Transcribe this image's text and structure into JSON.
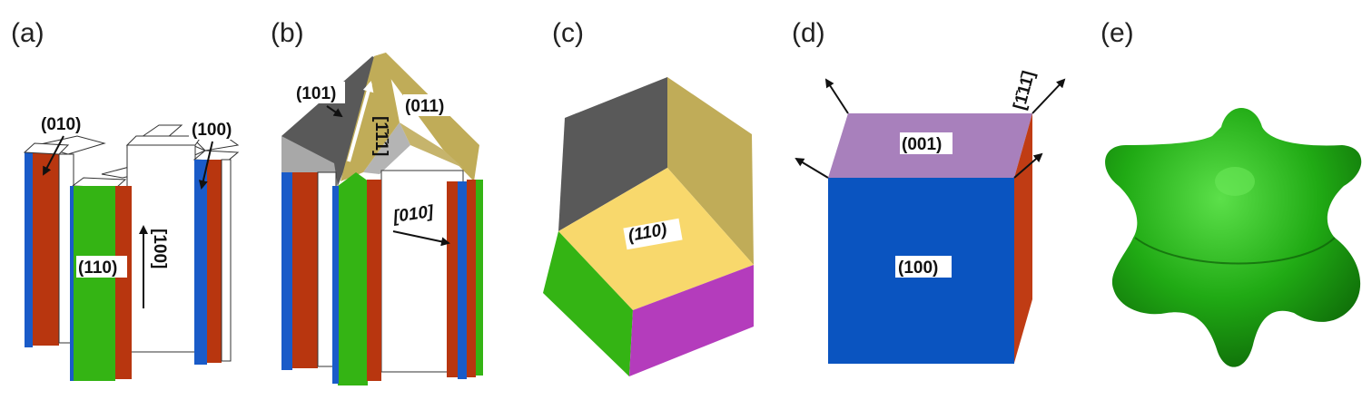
{
  "colors": {
    "red": "#b8360f",
    "blue": "#1a5bc8",
    "green": "#34b414",
    "gray_dark": "#595959",
    "gray_light": "#a8a8a8",
    "olive": "#c0ac58",
    "yellow": "#f8d86c",
    "magenta": "#b43cbc",
    "purple": "#a880bc",
    "cube_blue": "#0a54c0",
    "cube_red": "#c03c14",
    "blob_green": "#20aa14"
  },
  "panels": {
    "a": {
      "label": "(a)",
      "face_010": "(010)",
      "face_100": "(100)",
      "face_110": "(110)",
      "dir_100": "[100]"
    },
    "b": {
      "label": "(b)",
      "face_101": "(101)",
      "face_011": "(011)",
      "dir_111": "[1̄1̄1]",
      "dir_010": "[010]"
    },
    "c": {
      "label": "(c)",
      "face_110": "(110)"
    },
    "d": {
      "label": "(d)",
      "face_001": "(001)",
      "face_100": "(100)",
      "dir_111": "[1̄11̄]"
    },
    "e": {
      "label": "(e)"
    }
  }
}
